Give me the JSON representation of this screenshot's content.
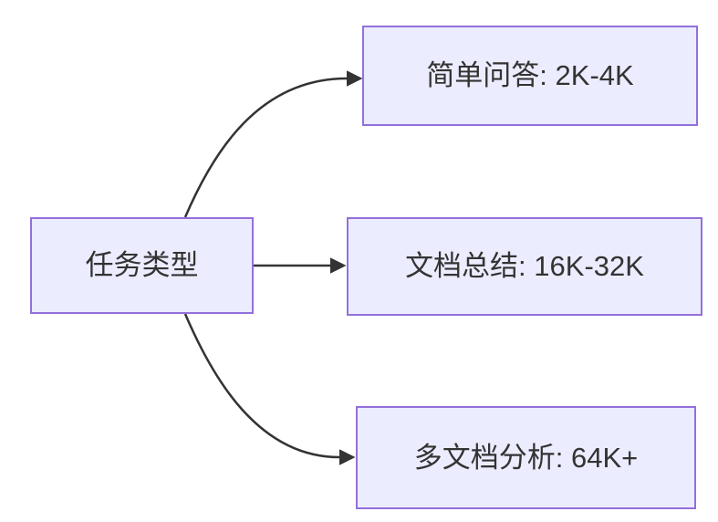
{
  "diagram": {
    "type": "flowchart-lr",
    "root": {
      "id": "task-type",
      "label": "任务类型"
    },
    "branches": [
      {
        "id": "simple-qa",
        "label": "简单问答: 2K-4K"
      },
      {
        "id": "doc-summary",
        "label": "文档总结: 16K-32K"
      },
      {
        "id": "multi-doc",
        "label": "多文档分析: 64K+"
      }
    ],
    "edges": [
      {
        "from": "task-type",
        "to": "simple-qa"
      },
      {
        "from": "task-type",
        "to": "doc-summary"
      },
      {
        "from": "task-type",
        "to": "multi-doc"
      }
    ],
    "colors": {
      "background": "#ffffff",
      "node_fill": "#ECECFF",
      "node_border": "#9370DB",
      "edge": "#333333",
      "text": "#333333"
    }
  }
}
